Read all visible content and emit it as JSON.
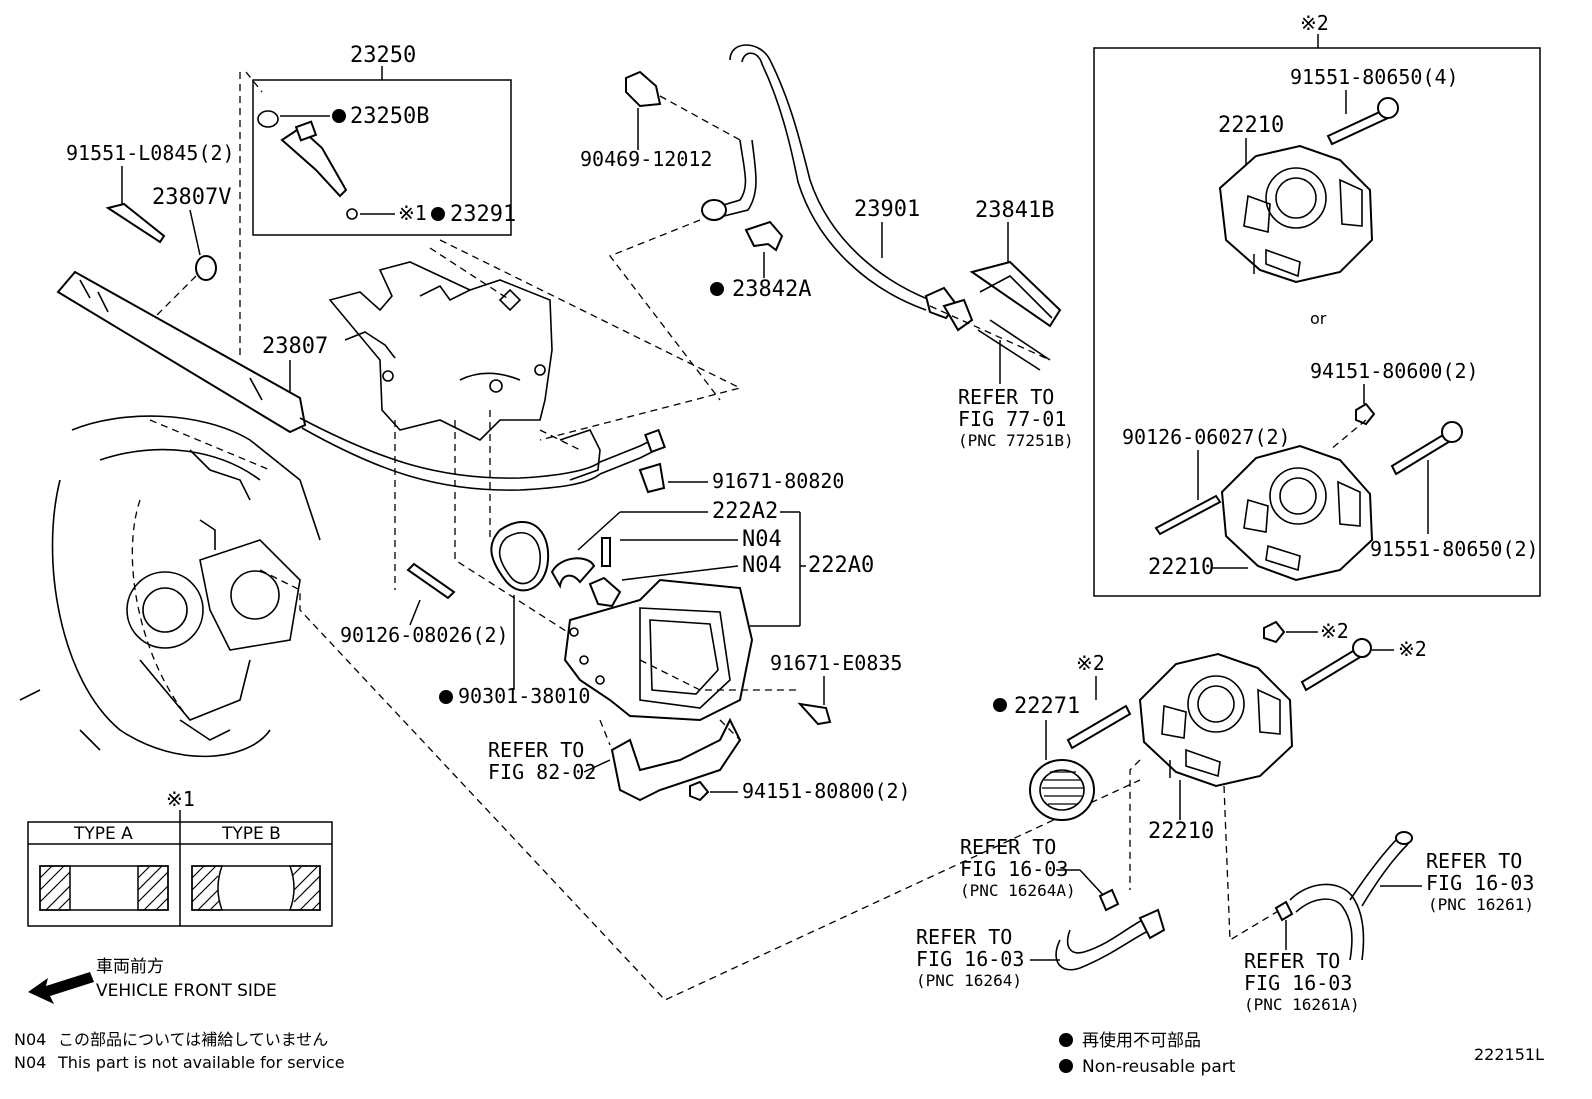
{
  "labels": {
    "p23250": "23250",
    "p23250B": "23250B",
    "p23291": "23291",
    "p91551L0845": "91551-L0845(2)",
    "p23807V": "23807V",
    "p23807": "23807",
    "p90469": "90469-12012",
    "p23842A": "23842A",
    "p23901": "23901",
    "p23841B": "23841B",
    "refer7701a": "REFER TO",
    "refer7701b": "FIG 77-01",
    "refer7701c": "(PNC 77251B)",
    "p91671_80820": "91671-80820",
    "p222A2": "222A2",
    "pN04a": "N04",
    "pN04b": "N04",
    "p222A0": "222A0",
    "p90126_08026": "90126-08026(2)",
    "p91671_E0835": "91671-E0835",
    "p90301": "90301-38010",
    "refer8202a": "REFER TO",
    "refer8202b": "FIG 82-02",
    "p94151_80800": "94151-80800(2)",
    "box_mark": "※2",
    "p91551_80650_4": "91551-80650(4)",
    "p22210_top": "22210",
    "or": "or",
    "p94151_80600": "94151-80600(2)",
    "p90126_06027": "90126-06027(2)",
    "p91551_80650_2": "91551-80650(2)",
    "p22210_mid": "22210",
    "mark2a": "※2",
    "mark2b": "※2",
    "mark2c": "※2",
    "p22271": "22271",
    "p22210_bot": "22210",
    "ref16264A_a": "REFER TO",
    "ref16264A_b": "FIG 16-03",
    "ref16264A_c": "(PNC 16264A)",
    "ref16264_a": "REFER TO",
    "ref16264_b": "FIG 16-03",
    "ref16264_c": "(PNC 16264)",
    "ref16261_a": "REFER TO",
    "ref16261_b": "FIG 16-03",
    "ref16261_c": "(PNC 16261)",
    "ref16261A_a": "REFER TO",
    "ref16261A_b": "FIG 16-03",
    "ref16261A_c": "(PNC 16261A)",
    "mark1": "※1"
  },
  "type_table": {
    "mark": "※1",
    "type_a": "TYPE A",
    "type_b": "TYPE B"
  },
  "front": {
    "jp": "車両前方",
    "en": "VEHICLE FRONT SIDE"
  },
  "notes": {
    "n04_code1": "N04",
    "n04_jp": "この部品については補給していません",
    "n04_code2": "N04",
    "n04_en": "This part is not available for service",
    "nonreuse_jp": "再使用不可部品",
    "nonreuse_en": "Non-reusable part"
  },
  "figure_id": "222151L"
}
